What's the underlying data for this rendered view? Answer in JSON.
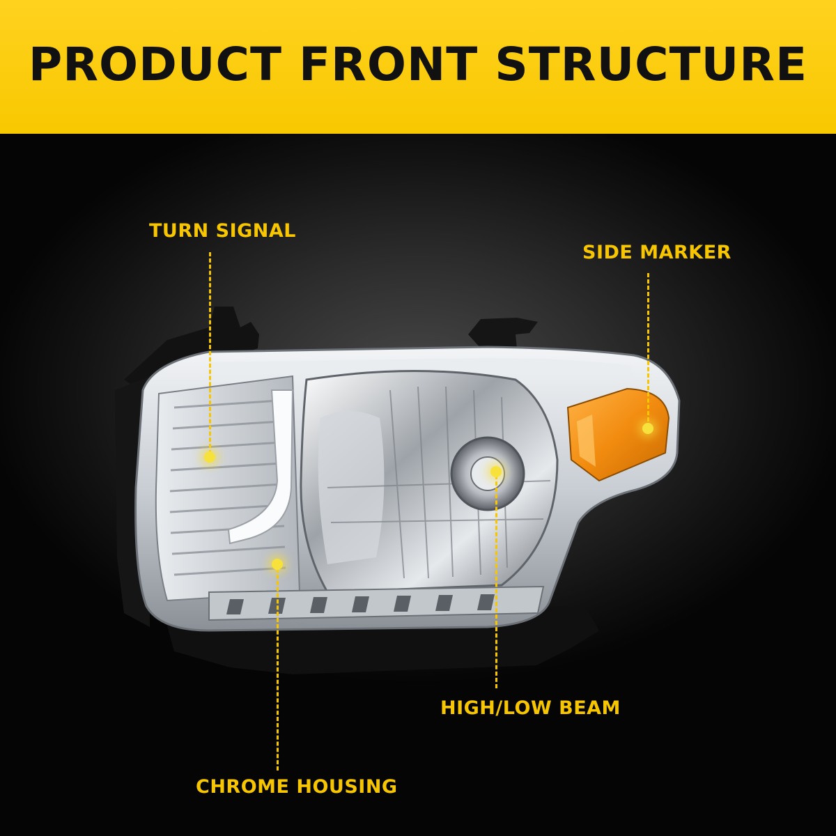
{
  "banner": {
    "title": "PRODUCT FRONT STRUCTURE",
    "background_color": "#f8c800",
    "text_color": "#111111"
  },
  "image": {
    "subject": "headlight-assembly-icon"
  },
  "callouts": {
    "accent_color": "#f7c600",
    "turn_signal": "TURN SIGNAL",
    "side_marker": "SIDE MARKER",
    "high_low_beam": "HIGH/LOW BEAM",
    "chrome_housing": "CHROME HOUSING"
  }
}
